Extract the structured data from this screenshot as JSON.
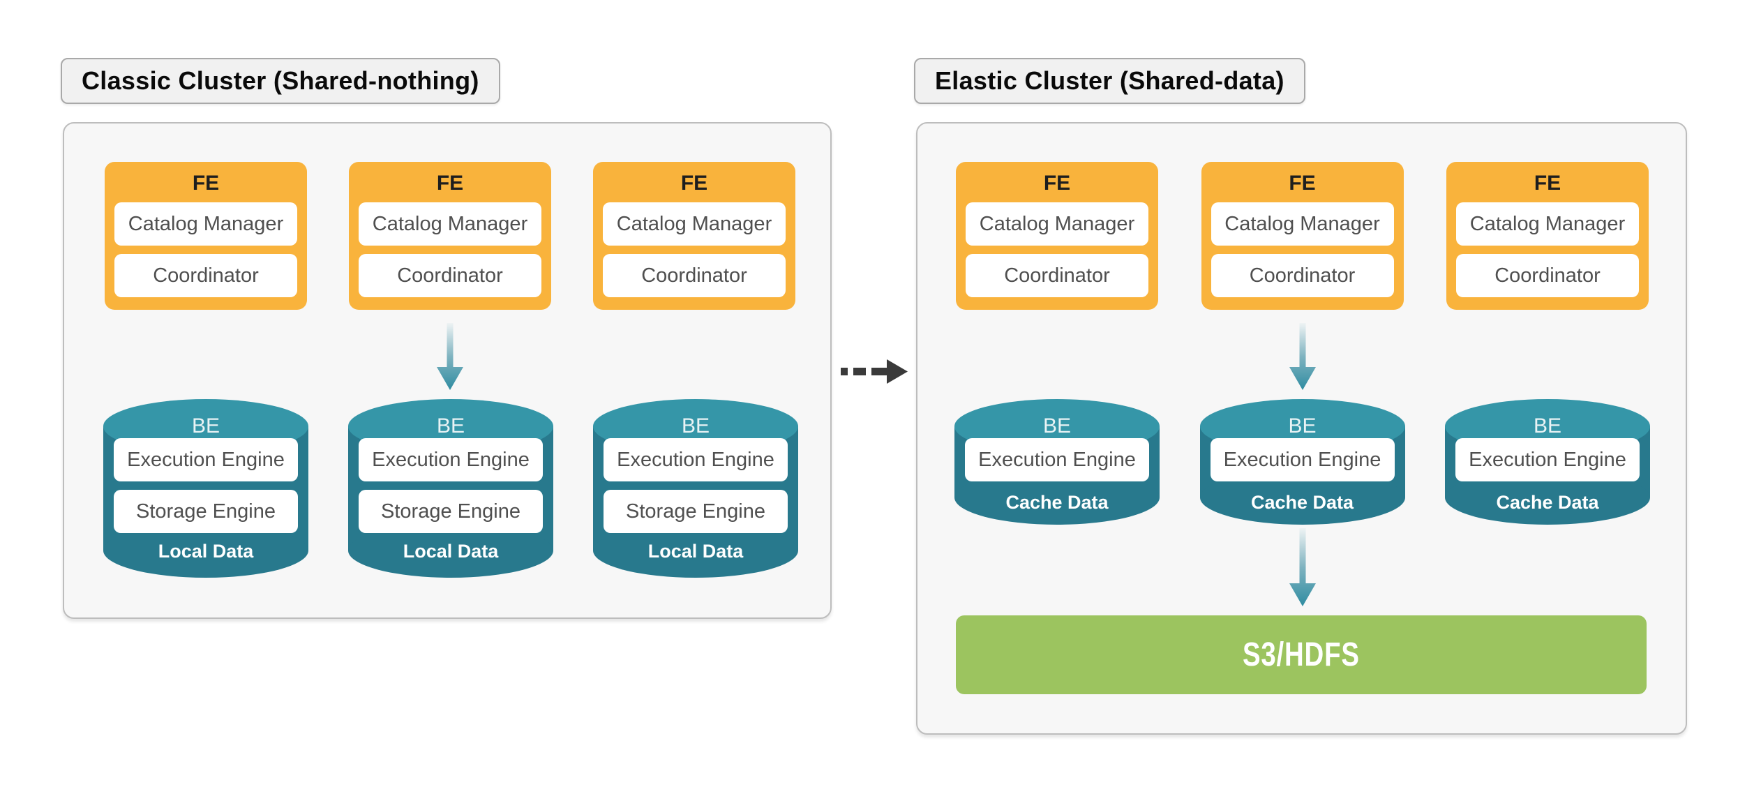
{
  "colors": {
    "fe_fill": "#F9B33C",
    "be_top_fill": "#3596A8",
    "be_body_fill": "#28798D",
    "storage_fill": "#9CC45F",
    "panel_bg": "#F7F7F7",
    "arrow_teal": "#2F8CA1",
    "arrow_dark": "#3A3A3A"
  },
  "transition": {
    "icon": "dashed-right-arrow"
  },
  "clusters": [
    {
      "label": "Classic Cluster (Shared-nothing)",
      "fe_nodes": [
        {
          "title": "FE",
          "items": [
            "Catalog Manager",
            "Coordinator"
          ]
        },
        {
          "title": "FE",
          "items": [
            "Catalog Manager",
            "Coordinator"
          ]
        },
        {
          "title": "FE",
          "items": [
            "Catalog Manager",
            "Coordinator"
          ]
        }
      ],
      "be_nodes": [
        {
          "title": "BE",
          "items": [
            "Execution Engine",
            "Storage Engine"
          ],
          "footer": "Local Data"
        },
        {
          "title": "BE",
          "items": [
            "Execution Engine",
            "Storage Engine"
          ],
          "footer": "Local Data"
        },
        {
          "title": "BE",
          "items": [
            "Execution Engine",
            "Storage Engine"
          ],
          "footer": "Local Data"
        }
      ]
    },
    {
      "label": "Elastic Cluster (Shared-data)",
      "fe_nodes": [
        {
          "title": "FE",
          "items": [
            "Catalog Manager",
            "Coordinator"
          ]
        },
        {
          "title": "FE",
          "items": [
            "Catalog Manager",
            "Coordinator"
          ]
        },
        {
          "title": "FE",
          "items": [
            "Catalog Manager",
            "Coordinator"
          ]
        }
      ],
      "be_nodes": [
        {
          "title": "BE",
          "items": [
            "Execution Engine"
          ],
          "footer": "Cache Data"
        },
        {
          "title": "BE",
          "items": [
            "Execution Engine"
          ],
          "footer": "Cache Data"
        },
        {
          "title": "BE",
          "items": [
            "Execution Engine"
          ],
          "footer": "Cache Data"
        }
      ],
      "storage_label": "S3/HDFS"
    }
  ]
}
